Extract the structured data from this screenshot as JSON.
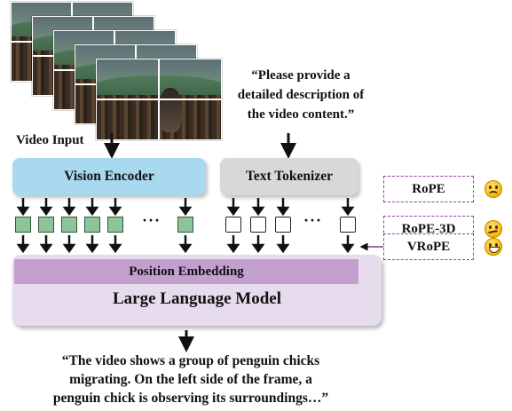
{
  "prompt": {
    "line1": "“Please provide a",
    "line2": "detailed description of",
    "line3": "the video content.”"
  },
  "video_input_label": "Video Input",
  "vision_encoder_label": "Vision Encoder",
  "text_tokenizer_label": "Text Tokenizer",
  "ellipsis": "···",
  "position_embedding_label": "Position Embedding",
  "llm_label": "Large Language Model",
  "methods": [
    {
      "label": "RoPE",
      "emoji": "frowning-face-icon"
    },
    {
      "label": "RoPE-3D",
      "emoji": "confused-face-icon"
    },
    {
      "label": "VRoPE",
      "emoji": "grinning-face-icon"
    }
  ],
  "output": {
    "line1": "“The video shows a group of penguin chicks",
    "line2": "migrating. On the left side of the frame, a",
    "line3": "penguin chick is observing its surroundings…”"
  },
  "colors": {
    "vision_encoder": "#a8d9ee",
    "text_tokenizer": "#d8d8d8",
    "llm": "#e6dced",
    "position_embedding": "#c39fcf",
    "vision_token": "#8fc49a",
    "method_border": "#8a3f9a"
  }
}
